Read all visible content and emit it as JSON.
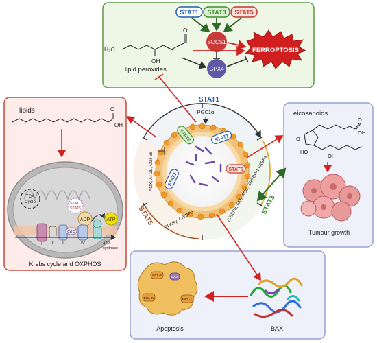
{
  "panels": {
    "ferroptosis": {
      "stat_pills": [
        "STAT1",
        "STAT3",
        "STAT5"
      ],
      "socs1": "SOCS1",
      "gpx4": "GPX4",
      "ferroptosis": "FERROPTOSIS",
      "lipid_peroxides": "lipid peroxides",
      "molecule": {
        "h3c": "H₃C",
        "o": "O",
        "oh": "OH"
      }
    },
    "krebs": {
      "lipids": "lipids",
      "oh": "OH",
      "o": "O",
      "tca": "TCA\nCycle",
      "adp": "ADP",
      "atp": "ATP",
      "atp_synthase": "ATP\nsynthase",
      "cyt_c": "Cyt C",
      "complexes": [
        "I",
        "II",
        "III",
        "IV"
      ],
      "stat_small": "STAT1\nSTAT5",
      "caption": "Krebs cycle and OXPHOS"
    },
    "eicosanoids": {
      "title": "eicosanoids",
      "oh": "OH",
      "o": "O",
      "ho": "HO",
      "caption": "Tumour growth"
    },
    "apoptosis": {
      "bcl2": "BCL-2",
      "bax_small": "BAX",
      "bclxl": "BCL-Xₗ",
      "mcl1": "MCL-1",
      "caption": "Apoptosis",
      "bax": "BAX"
    }
  },
  "central": {
    "stat1_title": "STAT1",
    "pgc1a": "PGC1α",
    "stat5_outer": "STAT5",
    "stat3_outer": "STAT3",
    "left_genes": "AOX, ATGL, CGI-58",
    "bottom_genes": "PPARγ, C/EBPα",
    "right_genes": "C/EBPα, FAS, ACC, SREBP-1\nFABP4",
    "inner_pills": [
      "STAT3",
      "STAT1",
      "STAT2",
      "STAT5"
    ]
  },
  "colors": {
    "stat1": "#1f5fb0",
    "stat3": "#3d8f2f",
    "stat5": "#c0392b",
    "stat2": "#2d4fa3",
    "red_arrow": "#d32020",
    "green_panel_bg": "#eef6e6",
    "green_panel_border": "#5a9a44",
    "krebs_bg": "#fdecea",
    "krebs_border": "#c84a3a",
    "blue_panel_bg": "#eef0fa",
    "blue_panel_border": "#9a9fd0"
  }
}
